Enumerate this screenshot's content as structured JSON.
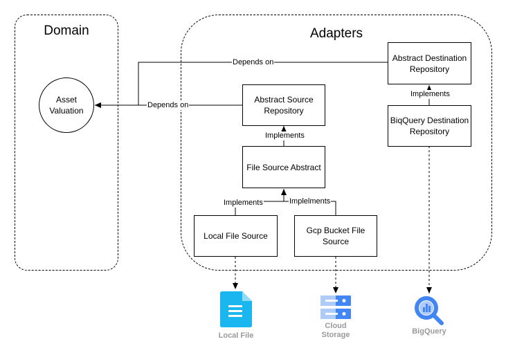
{
  "containers": {
    "domain": {
      "title": "Domain"
    },
    "adapters": {
      "title": "Adapters"
    }
  },
  "nodes": {
    "asset_valuation": {
      "label_line1": "Asset",
      "label_line2": "Valuation"
    },
    "abstract_source_repository": {
      "label_line1": "Abstract Source",
      "label_line2": "Repository"
    },
    "abstract_destination_repository": {
      "label_line1": "Abstract Destination",
      "label_line2": "Repository"
    },
    "bigquery_destination_repository": {
      "label_line1": "BiqQuery Destination",
      "label_line2": "Repository"
    },
    "file_source_abstract": {
      "label": "File Source Abstract"
    },
    "local_file_source": {
      "label": "Local File Source"
    },
    "gcp_bucket_file_source": {
      "label_line1": "Gcp Bucket File",
      "label_line2": "Source"
    }
  },
  "edges": {
    "dest_depends_on": "Depends on",
    "source_depends_on": "Depends on",
    "dest_implements": "Implements",
    "source_implements": "Implements",
    "local_implements": "Implements",
    "gcp_implements": "Implelments"
  },
  "external": {
    "local_file": {
      "label": "Local File",
      "icon": "file-document-icon",
      "color": "#1AB6F0"
    },
    "cloud_storage": {
      "label_line1": "Cloud",
      "label_line2": "Storage",
      "icon": "cloud-storage-icon",
      "color": "#4285F4"
    },
    "bigquery": {
      "label": "BigQuery",
      "icon": "bigquery-icon",
      "color": "#4285F4"
    }
  }
}
